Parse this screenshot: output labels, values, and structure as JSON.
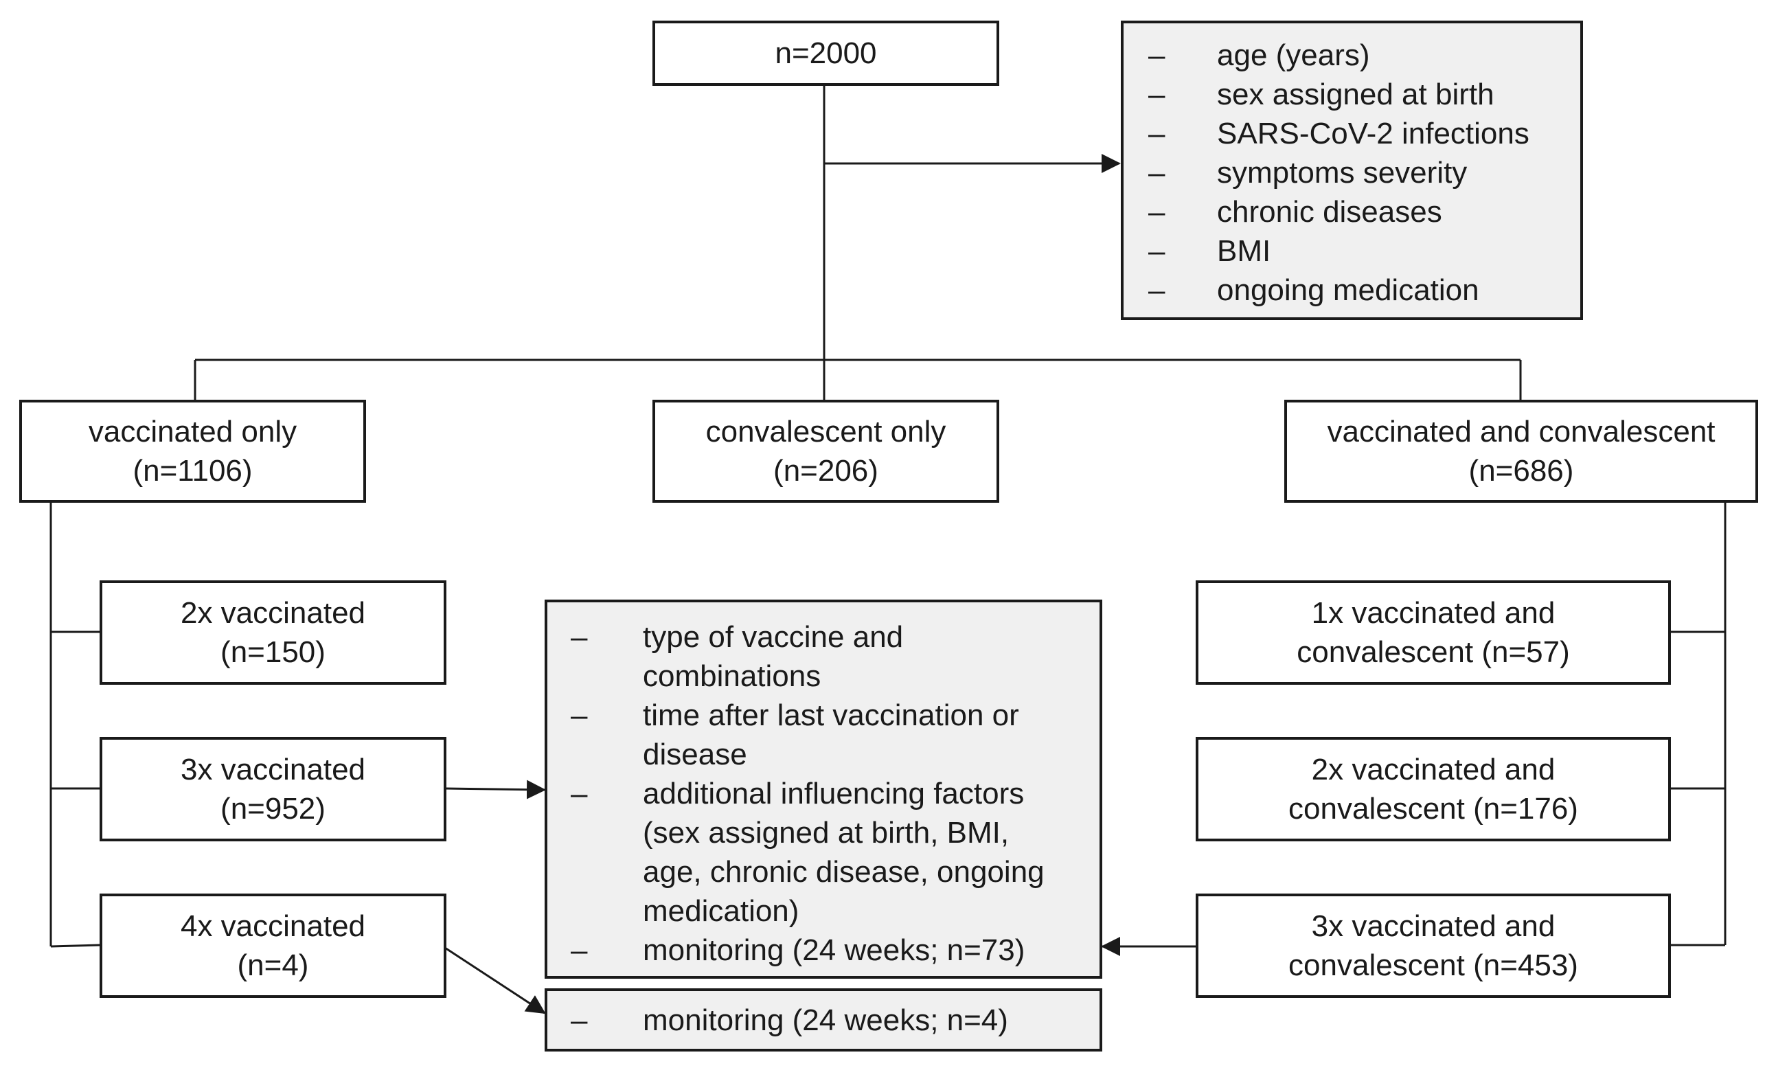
{
  "root": {
    "label": "n=2000"
  },
  "characteristics": {
    "items": [
      "age (years)",
      "sex assigned at birth",
      "SARS-CoV-2 infections",
      "symptoms severity",
      "chronic diseases",
      "BMI",
      "ongoing medication"
    ]
  },
  "groups": {
    "vaccinated_only": {
      "line1": "vaccinated only",
      "line2": "(n=1106)"
    },
    "convalescent_only": {
      "line1": "convalescent only",
      "line2": "(n=206)"
    },
    "vacc_and_conv": {
      "line1": "vaccinated and convalescent",
      "line2": "(n=686)"
    }
  },
  "vaccinated_subgroups": [
    {
      "line1": "2x vaccinated",
      "line2": "(n=150)"
    },
    {
      "line1": "3x vaccinated",
      "line2": "(n=952)"
    },
    {
      "line1": "4x vaccinated",
      "line2": "(n=4)"
    }
  ],
  "vacc_conv_subgroups": [
    {
      "line1": "1x vaccinated and",
      "line2": "convalescent (n=57)"
    },
    {
      "line1": "2x vaccinated and",
      "line2": "convalescent (n=176)"
    },
    {
      "line1": "3x vaccinated and",
      "line2": "convalescent (n=453)"
    }
  ],
  "analysis": {
    "items": [
      {
        "lines": [
          "type of vaccine and",
          "combinations"
        ]
      },
      {
        "lines": [
          "time after last vaccination or",
          "disease"
        ]
      },
      {
        "lines": [
          "additional influencing factors",
          "(sex assigned at birth, BMI,",
          "age, chronic disease, ongoing",
          "medication)"
        ]
      },
      {
        "lines": [
          "monitoring (24 weeks; n=73)"
        ]
      }
    ]
  },
  "monitoring_small": {
    "text": "monitoring (24 weeks; n=4)"
  },
  "dash_glyph": "–"
}
